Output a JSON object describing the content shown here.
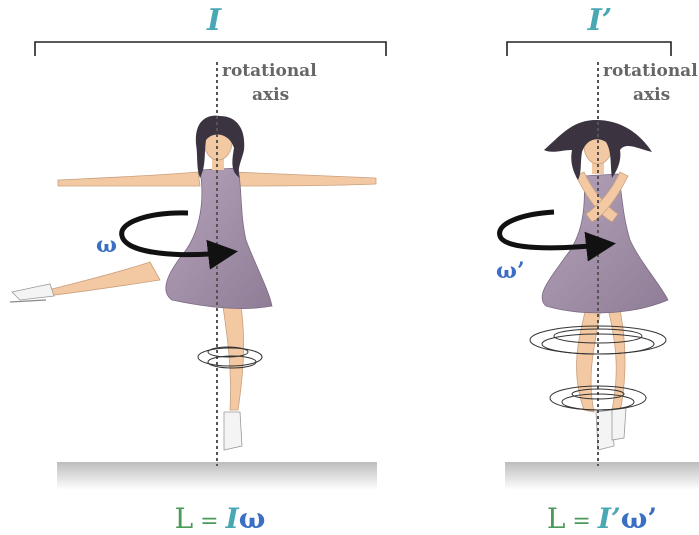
{
  "colors": {
    "moment_label": "#4aa8b5",
    "angular_velocity": "#3a6fc4",
    "L_letter": "#4a9a5a",
    "dress": "#9c8aa3",
    "skin": "#f3c9a3",
    "hair": "#3b3440",
    "axis": "#666666",
    "ice": "#c9c9c9"
  },
  "left_panel": {
    "moment_label": "I",
    "axis_label_line1": "rotational",
    "axis_label_line2": "axis",
    "omega_label": "ω",
    "equation": {
      "L": "L",
      "equals": " = ",
      "I": "I",
      "omega": "ω"
    }
  },
  "right_panel": {
    "moment_label": "I’",
    "axis_label_line1": "rotational",
    "axis_label_line2": "axis",
    "omega_label": "ω’",
    "equation": {
      "L": "L",
      "equals": " = ",
      "I": "I’",
      "omega": "ω’"
    }
  }
}
